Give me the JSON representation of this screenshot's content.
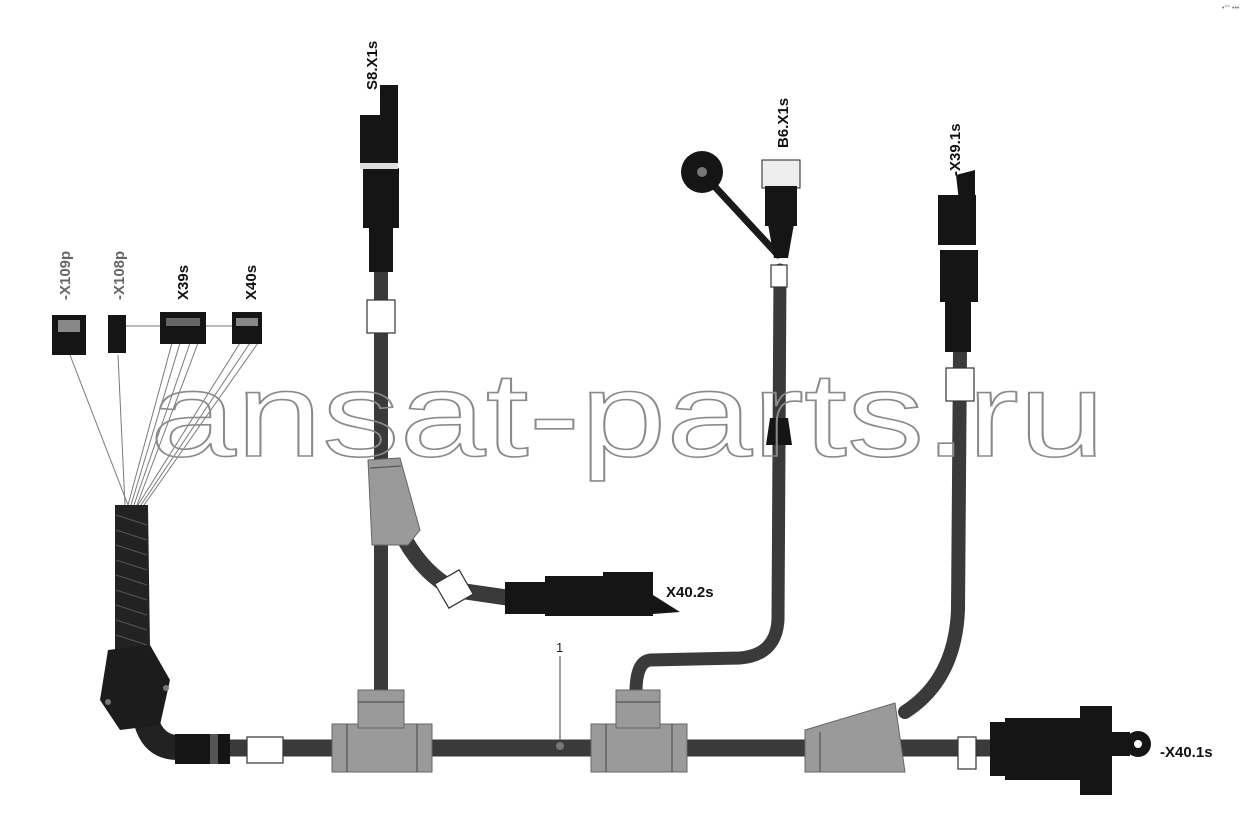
{
  "labels": {
    "s8": "S8.X1s",
    "b6": "B6.X1s",
    "x39_1": "-X39.1s",
    "x109p": "-X109p",
    "x108p": "-X108p",
    "x39s": "X39s",
    "x40s": "X40s",
    "x40_2": "X40.2s",
    "x40_1": "-X40.1s",
    "callout": "1"
  },
  "watermark": "ansat-parts.ru",
  "corner_mark": "•°° •••",
  "colors": {
    "cable": "#3a3a3a",
    "connector": "#151515",
    "junction": "#9a9a9a",
    "sleeve": "#ffffff"
  }
}
